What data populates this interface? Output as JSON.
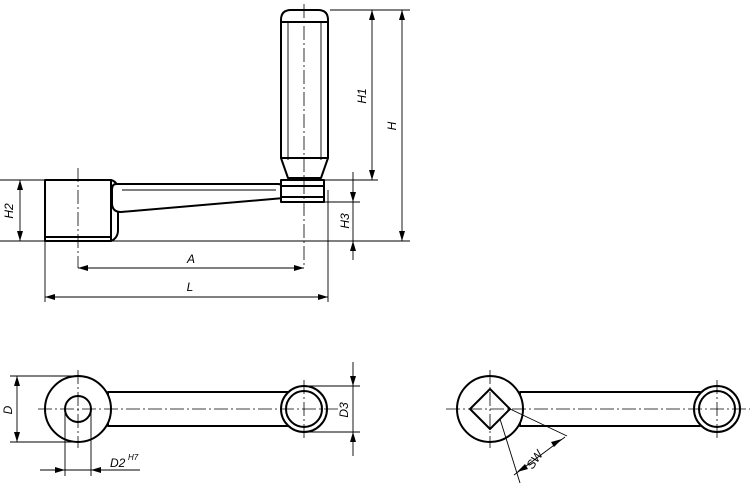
{
  "dimensions": {
    "H1": "H1",
    "H": "H",
    "H2": "H2",
    "H3": "H3",
    "A": "A",
    "L": "L",
    "D": "D",
    "D2": "D2",
    "D2_tolerance": "H7",
    "D3": "D3",
    "SW": "SW"
  },
  "views": [
    "side-view",
    "top-view-round-bore",
    "top-view-square-bore"
  ]
}
